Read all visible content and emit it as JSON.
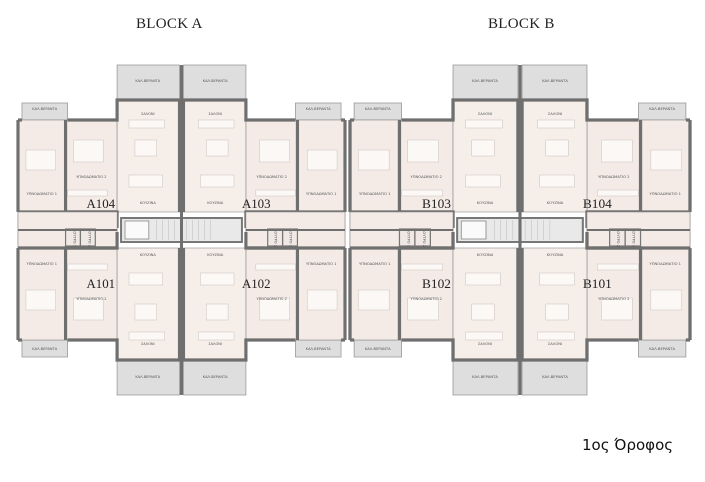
{
  "floor_label": "1ος Όροφος",
  "room_labels": {
    "living": "ΣΑΛΟΝΙ",
    "kitchen": "ΚΟΥΖΙΝΑ",
    "bed1": "ΥΠΝΟΔΩΜΑΤΙΟ 1",
    "bed2": "ΥΠΝΟΔΩΜΑΤΙΟ 2",
    "veranda": "ΚΑΛ.ΒΕΡΑΝΤΑ",
    "bath1": "ΛΟΥΤΡΟ 1",
    "bath2": "ΛΟΥΤΡΟ 2"
  },
  "blocks": [
    {
      "title": "BLOCK A",
      "units": [
        "A104",
        "A103",
        "A101",
        "A102"
      ]
    },
    {
      "title": "BLOCK B",
      "units": [
        "B103",
        "B104",
        "B102",
        "B101"
      ]
    }
  ],
  "colors": {
    "room_fill": "#f4ebe6",
    "wall": "#6f6f6f",
    "balcony": "#dedede"
  }
}
